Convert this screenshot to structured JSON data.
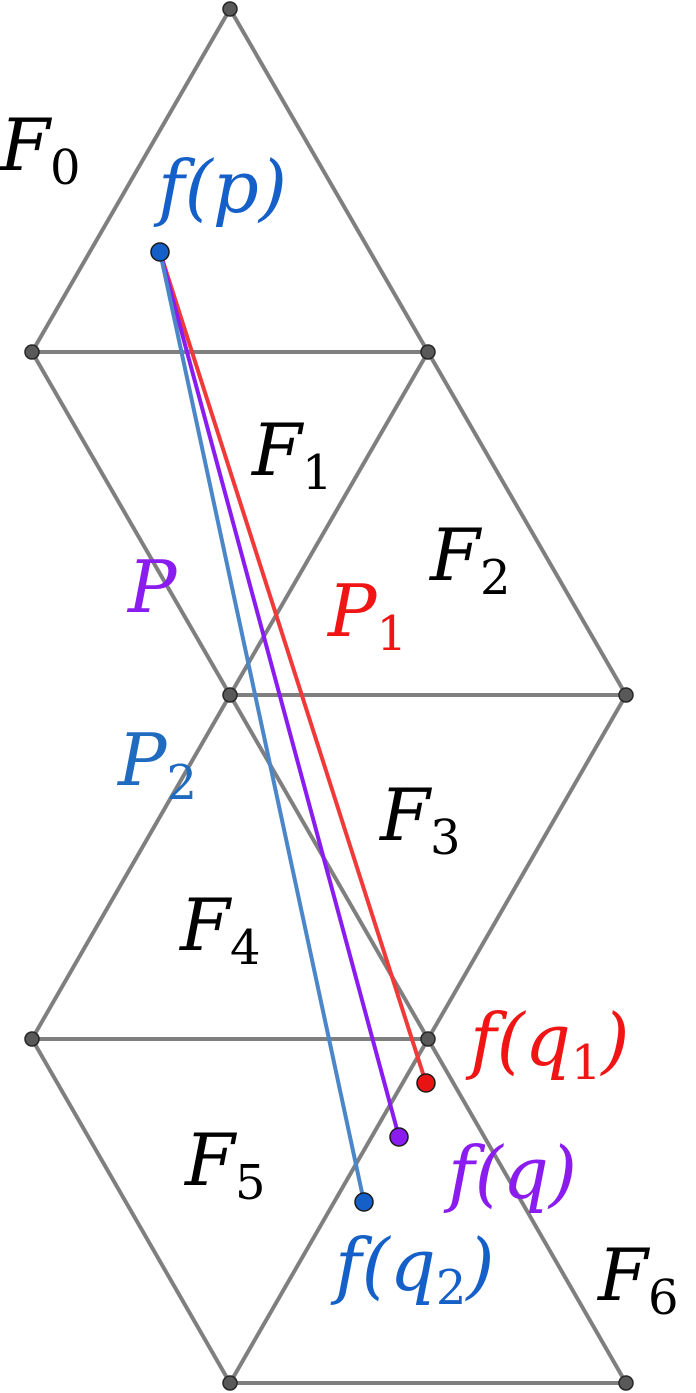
{
  "colors": {
    "edge": "#7f7f7f",
    "vertex": "#595959",
    "face_label": "#000000",
    "path_P": "#8a1cf0",
    "path_P1": "#f03a3a",
    "path_P2": "#4a86c8",
    "label_P": "#8a1cf0",
    "label_P1": "#f01414",
    "label_P2": "#1f6bbf",
    "point_p": "#1560c8",
    "point_q": "#8a1cf0",
    "point_q1": "#e81414",
    "point_q2": "#1560c8"
  },
  "faces": [
    {
      "id": "F0",
      "base": "F",
      "sub": "0"
    },
    {
      "id": "F1",
      "base": "F",
      "sub": "1"
    },
    {
      "id": "F2",
      "base": "F",
      "sub": "2"
    },
    {
      "id": "F3",
      "base": "F",
      "sub": "3"
    },
    {
      "id": "F4",
      "base": "F",
      "sub": "4"
    },
    {
      "id": "F5",
      "base": "F",
      "sub": "5"
    },
    {
      "id": "F6",
      "base": "F",
      "sub": "6"
    }
  ],
  "paths": {
    "P": {
      "base": "P",
      "sub": ""
    },
    "P1": {
      "base": "P",
      "sub": "1"
    },
    "P2": {
      "base": "P",
      "sub": "2"
    }
  },
  "points": {
    "fp": {
      "pre": "f(",
      "var": "p",
      "sub": "",
      "post": ")"
    },
    "fq": {
      "pre": "f(",
      "var": "q",
      "sub": "",
      "post": ")"
    },
    "fq1": {
      "pre": "f(",
      "var": "q",
      "sub": "1",
      "post": ")"
    },
    "fq2": {
      "pre": "f(",
      "var": "q",
      "sub": "2",
      "post": ")"
    }
  }
}
